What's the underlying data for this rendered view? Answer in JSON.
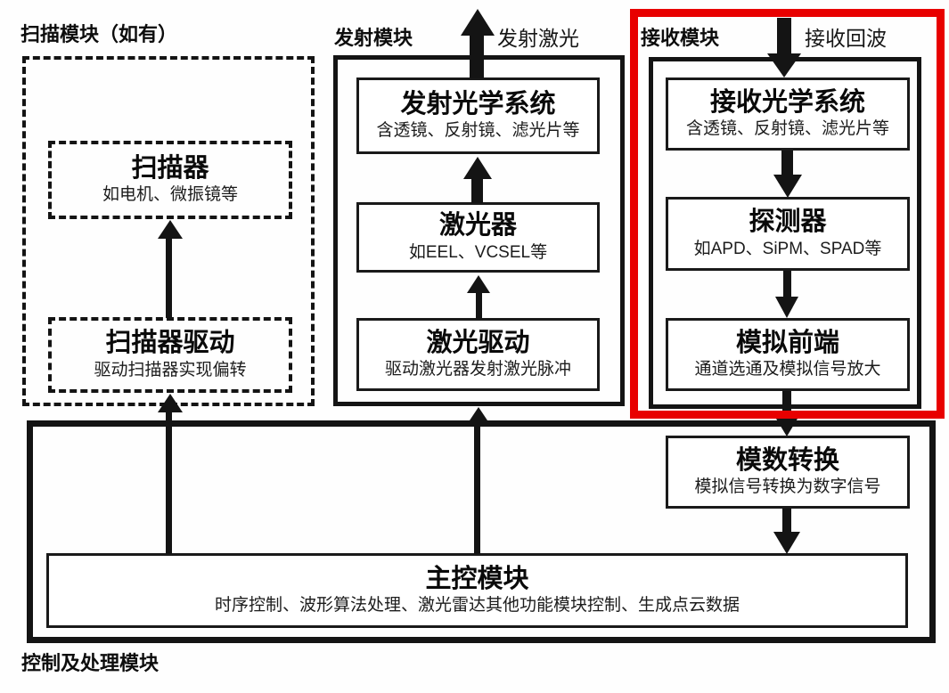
{
  "colors": {
    "highlight_red": "#e80000",
    "ink": "#141414",
    "background": "#ffffff"
  },
  "scan_module": {
    "label": "扫描模块（如有）",
    "scanner": {
      "title": "扫描器",
      "subtitle": "如电机、微振镜等"
    },
    "scanner_driver": {
      "title": "扫描器驱动",
      "subtitle": "驱动扫描器实现偏转"
    }
  },
  "transmit_module": {
    "label": "发射模块",
    "output_arrow_label": "发射激光",
    "optics": {
      "title": "发射光学系统",
      "subtitle": "含透镜、反射镜、滤光片等"
    },
    "laser": {
      "title": "激光器",
      "subtitle": "如EEL、VCSEL等"
    },
    "laser_driver": {
      "title": "激光驱动",
      "subtitle": "驱动激光器发射激光脉冲"
    }
  },
  "receive_module": {
    "label": "接收模块",
    "input_arrow_label": "接收回波",
    "optics": {
      "title": "接收光学系统",
      "subtitle": "含透镜、反射镜、滤光片等"
    },
    "detector": {
      "title": "探测器",
      "subtitle": "如APD、SiPM、SPAD等"
    },
    "analog_front_end": {
      "title": "模拟前端",
      "subtitle": "通道选通及模拟信号放大"
    }
  },
  "control_module": {
    "label": "控制及处理模块",
    "adc": {
      "title": "模数转换",
      "subtitle": "模拟信号转换为数字信号"
    },
    "main_controller": {
      "title": "主控模块",
      "subtitle": "时序控制、波形算法处理、激光雷达其他功能模块控制、生成点云数据"
    }
  }
}
